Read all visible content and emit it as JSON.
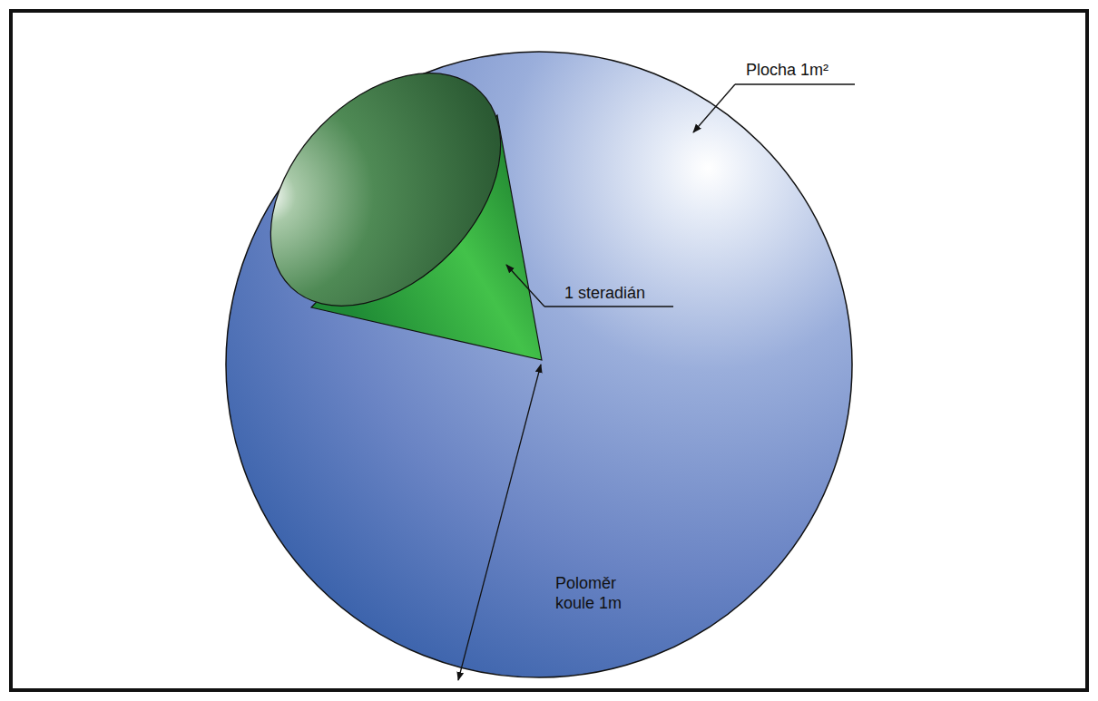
{
  "diagram": {
    "labels": [
      "Plocha 1m²",
      "1 steradián",
      "Poloměr koule 1m"
    ]
  }
}
